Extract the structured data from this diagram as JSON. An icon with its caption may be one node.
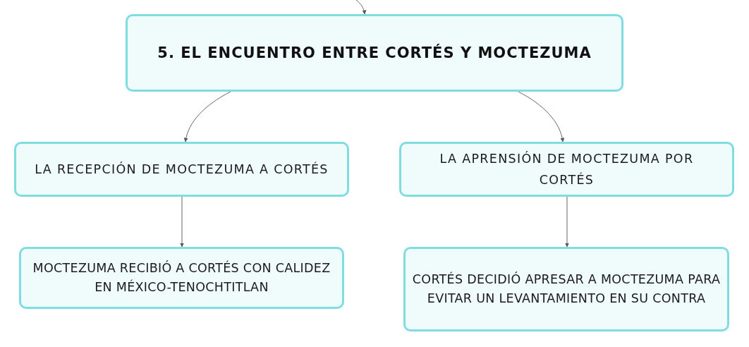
{
  "diagram": {
    "nodes": [
      {
        "text": [
          "5. EL ENCUENTRO ENTRE CORTÉS Y MOCTEZUMA"
        ]
      },
      {
        "text": [
          "LA RECEPCIÓN DE MOCTEZUMA A CORTÉS"
        ]
      },
      {
        "text": [
          "LA APRENSIÓN DE MOCTEZUMA POR CORTÉS"
        ]
      },
      {
        "text": [
          "MOCTEZUMA RECIBIÓ A CORTÉS CON CALIDEZ EN MÉXICO-TENOCHTITLAN"
        ]
      },
      {
        "text": [
          "CORTÉS DECIDIÓ APRESAR A MOCTEZUMA PARA EVITAR UN LEVANTAMIENTO EN SU CONTRA"
        ]
      }
    ],
    "edges": [
      {
        "from": null,
        "to": 0,
        "arrow": "to"
      },
      {
        "from": 0,
        "to": 1,
        "arrow": "to"
      },
      {
        "from": 0,
        "to": 2,
        "arrow": "to"
      },
      {
        "from": 1,
        "to": 3,
        "arrow": "to"
      },
      {
        "from": 2,
        "to": 4,
        "arrow": "to"
      }
    ]
  }
}
